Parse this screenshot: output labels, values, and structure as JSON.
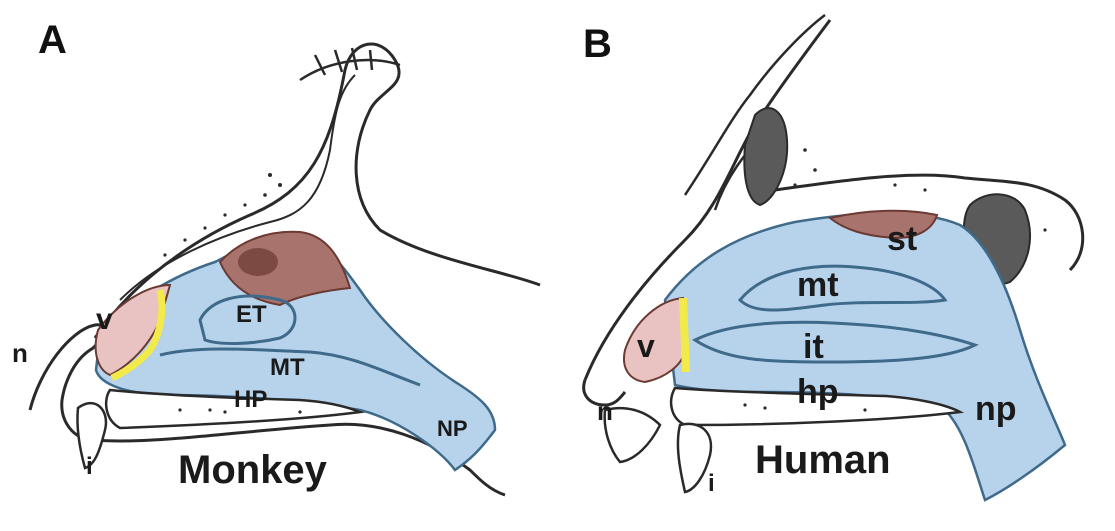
{
  "panels": [
    {
      "letter": "A",
      "species": "Monkey",
      "labels": {
        "v": "v",
        "n": "n",
        "i": "i",
        "et": "ET",
        "mt": "MT",
        "hp": "HP",
        "np": "NP"
      }
    },
    {
      "letter": "B",
      "species": "Human",
      "labels": {
        "v": "v",
        "n": "n",
        "i": "i",
        "st": "st",
        "mt": "mt",
        "it": "it",
        "hp": "hp",
        "np": "np"
      }
    }
  ],
  "colors": {
    "respiratory_epithelium": "#b7d3ec",
    "olfactory_epithelium": "#a8736c",
    "squamous_epithelium": "#e8c3c2",
    "transitional_epithelium": "#f2ea4a",
    "outline": "#2a2a2a",
    "sinus": "#5a5a5a"
  }
}
